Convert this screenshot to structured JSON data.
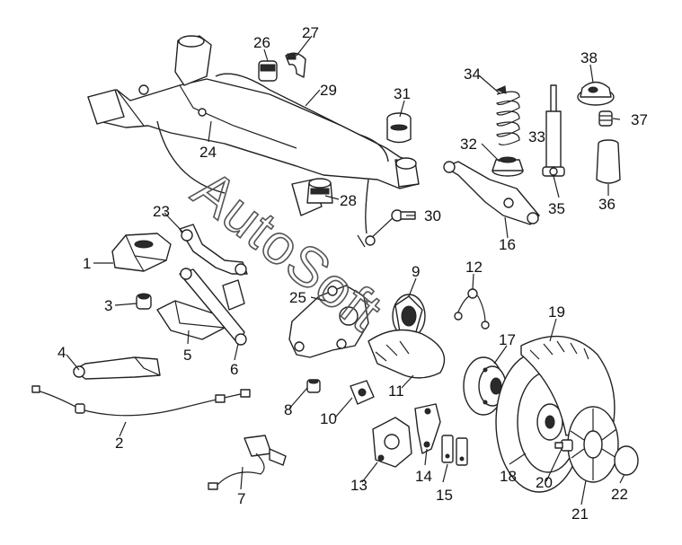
{
  "diagram": {
    "watermark": "AutoSoft",
    "labels": [
      "1",
      "2",
      "3",
      "4",
      "5",
      "6",
      "7",
      "8",
      "9",
      "10",
      "11",
      "12",
      "13",
      "14",
      "15",
      "16",
      "17",
      "18",
      "19",
      "20",
      "21",
      "22",
      "23",
      "24",
      "25",
      "26",
      "27",
      "28",
      "29",
      "30",
      "31",
      "32",
      "33",
      "34",
      "35",
      "36",
      "37",
      "38"
    ]
  }
}
